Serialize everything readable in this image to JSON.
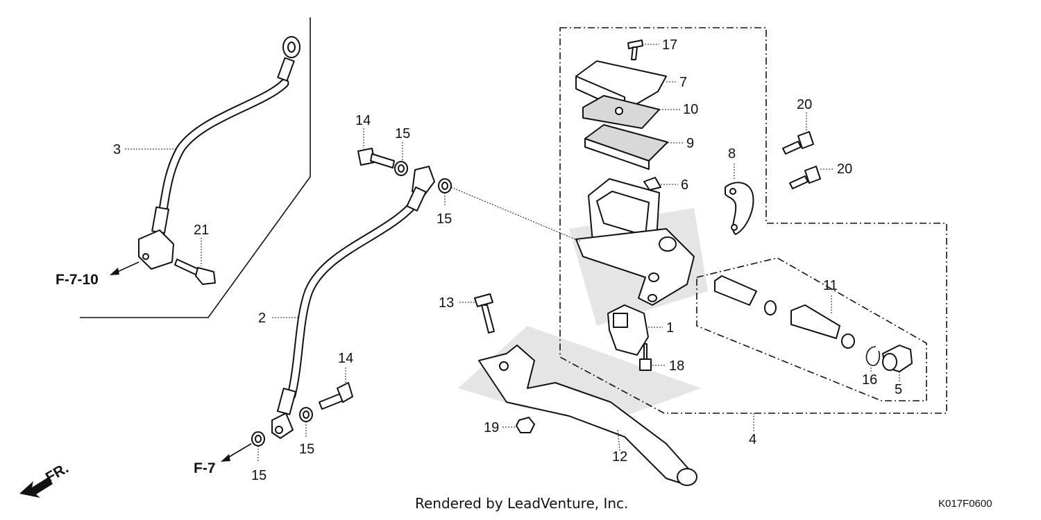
{
  "callouts": {
    "c1": "1",
    "c2": "2",
    "c3": "3",
    "c4": "4",
    "c5": "5",
    "c6": "6",
    "c7": "7",
    "c8": "8",
    "c9": "9",
    "c10": "10",
    "c11": "11",
    "c12": "12",
    "c13": "13",
    "c14a": "14",
    "c14b": "14",
    "c15a": "15",
    "c15b": "15",
    "c15c": "15",
    "c15d": "15",
    "c16": "16",
    "c17": "17",
    "c18": "18",
    "c19": "19",
    "c20a": "20",
    "c20b": "20",
    "c21": "21"
  },
  "references": {
    "ref_upper": "F-7-10",
    "ref_lower": "F-7"
  },
  "direction": {
    "label": "FR."
  },
  "footer": {
    "credit": "Rendered by LeadVenture, Inc.",
    "diagram_code": "K017F0600"
  }
}
